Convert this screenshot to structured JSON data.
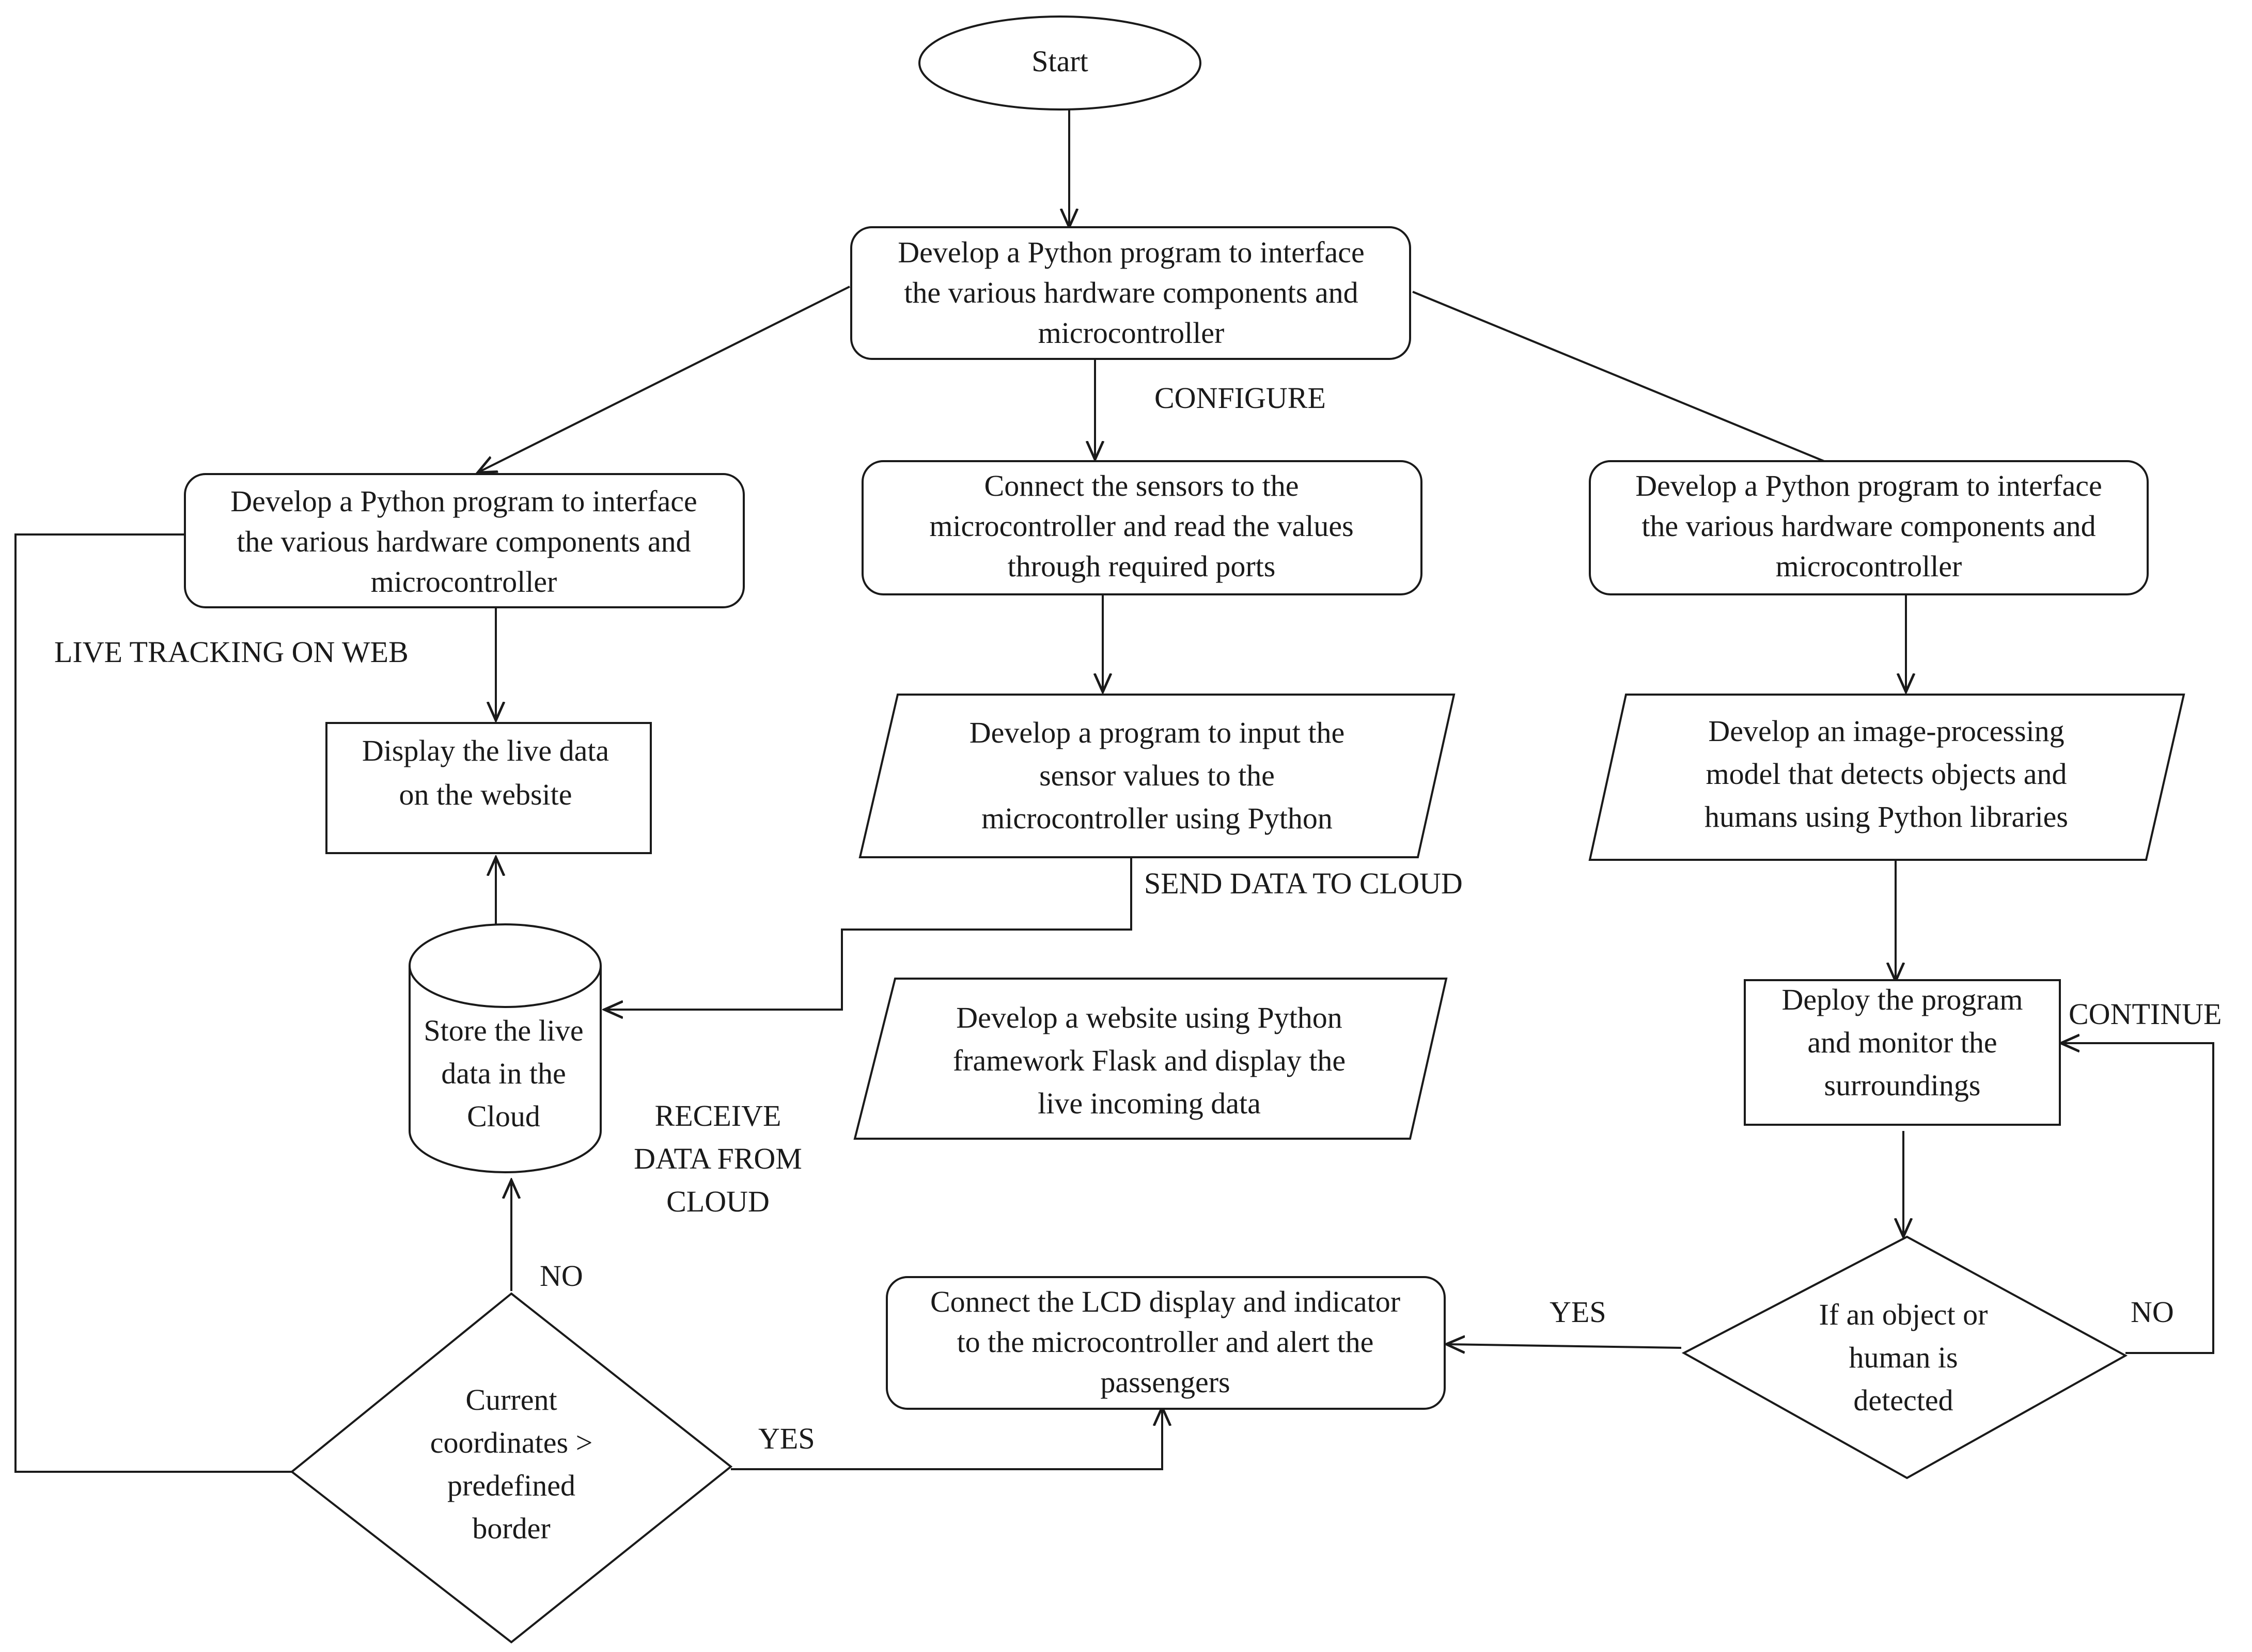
{
  "nodes": {
    "start": {
      "lines": [
        "Start"
      ]
    },
    "develop_main": {
      "lines": [
        "Develop a Python program to interface",
        "the various hardware components and",
        "microcontroller"
      ]
    },
    "develop_left": {
      "lines": [
        "Develop a Python program to interface",
        "the various hardware components and",
        "microcontroller"
      ]
    },
    "connect_sensors": {
      "lines": [
        "Connect the sensors to the",
        "microcontroller  and read the values",
        "through required ports"
      ]
    },
    "develop_right": {
      "lines": [
        "Develop a Python program to interface",
        "the various hardware components and",
        "microcontroller"
      ]
    },
    "display_live": {
      "lines": [
        "Display the live data",
        "on the website"
      ]
    },
    "input_sensor": {
      "lines": [
        "Develop a program to input the",
        "sensor values to the",
        "microcontroller  using Python"
      ]
    },
    "image_processing": {
      "lines": [
        "Develop an image-processing",
        "model that detects objects and",
        "humans using Python libraries"
      ]
    },
    "store_cloud": {
      "lines": [
        "Store the live",
        "data in the",
        "Cloud"
      ]
    },
    "website_flask": {
      "lines": [
        "Develop a website using Python",
        "framework Flask and display the",
        "live incoming data"
      ]
    },
    "deploy_monitor": {
      "lines": [
        "Deploy the program",
        "and monitor the",
        "surroundings"
      ]
    },
    "lcd_alert": {
      "lines": [
        "Connect the LCD display and indicator",
        "to the microcontroller and alert the",
        "passengers"
      ]
    },
    "object_detected": {
      "lines": [
        "If an object or",
        "human is",
        "detected"
      ]
    },
    "coords_check": {
      "lines": [
        "Current",
        "coordinates >",
        "predefined",
        "border"
      ]
    }
  },
  "labels": {
    "configure": [
      "CONFIGURE"
    ],
    "live_tracking": [
      "LIVE TRACKING ON WEB"
    ],
    "send_data": [
      "SEND DATA TO CLOUD"
    ],
    "continue": [
      "CONTINUE"
    ],
    "receive_data": [
      "RECEIVE",
      "DATA FROM",
      "CLOUD"
    ],
    "no_coords": [
      "NO"
    ],
    "yes_object": [
      "YES"
    ],
    "no_object": [
      "NO"
    ],
    "yes_coords": [
      "YES"
    ]
  }
}
